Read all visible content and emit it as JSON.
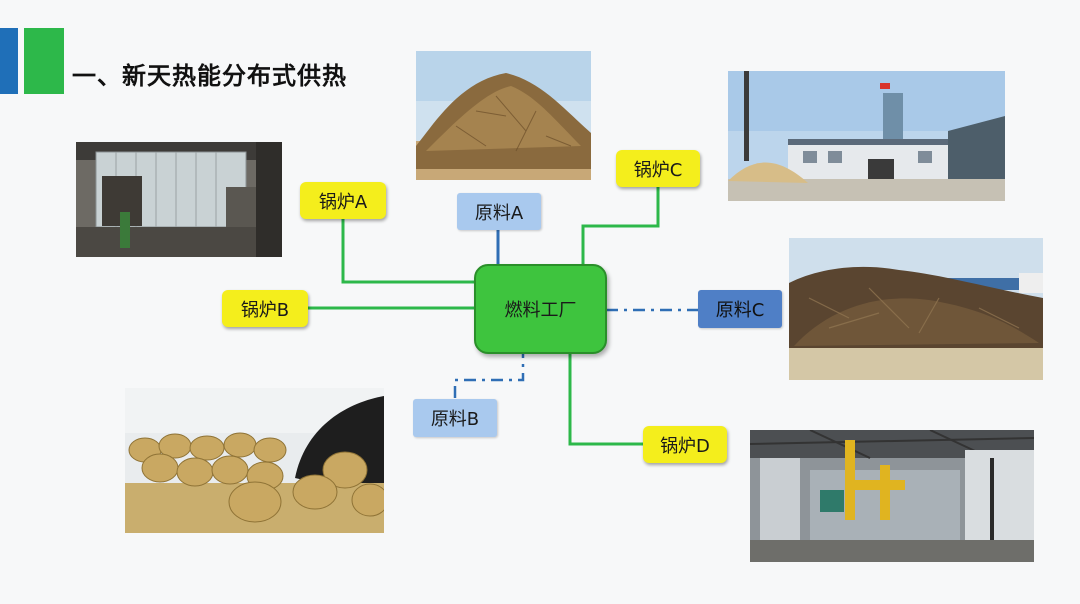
{
  "title": "一、新天热能分布式供热",
  "center": {
    "label": "燃料工厂"
  },
  "boilers": [
    {
      "id": "A",
      "label": "锅炉A"
    },
    {
      "id": "B",
      "label": "锅炉B"
    },
    {
      "id": "C",
      "label": "锅炉C"
    },
    {
      "id": "D",
      "label": "锅炉D"
    }
  ],
  "materials": [
    {
      "id": "A",
      "label": "原料A"
    },
    {
      "id": "B",
      "label": "原料B"
    },
    {
      "id": "C",
      "label": "原料C"
    }
  ],
  "colors": {
    "boiler_fill": "#f4ee1c",
    "material_fill": "#a9c9ee",
    "material_c_fill": "#4f7fc6",
    "plant_fill": "#3ec43e",
    "boiler_line": "#2db84a",
    "material_line": "#2f6eb5",
    "accent_blue": "#1f6fb8",
    "accent_green": "#2db84a"
  },
  "photos": [
    {
      "name": "boiler-plant-photo",
      "depicts": "industrial boiler interior"
    },
    {
      "name": "biomass-pile-photo",
      "depicts": "pile of wood chips"
    },
    {
      "name": "factory-yard-photo",
      "depicts": "factory with sawdust piles"
    },
    {
      "name": "wood-debris-photo",
      "depicts": "pile of wood debris"
    },
    {
      "name": "straw-bales-photo",
      "depicts": "round straw bales"
    },
    {
      "name": "boiler-room-photo",
      "depicts": "boiler room with yellow pipes"
    }
  ]
}
